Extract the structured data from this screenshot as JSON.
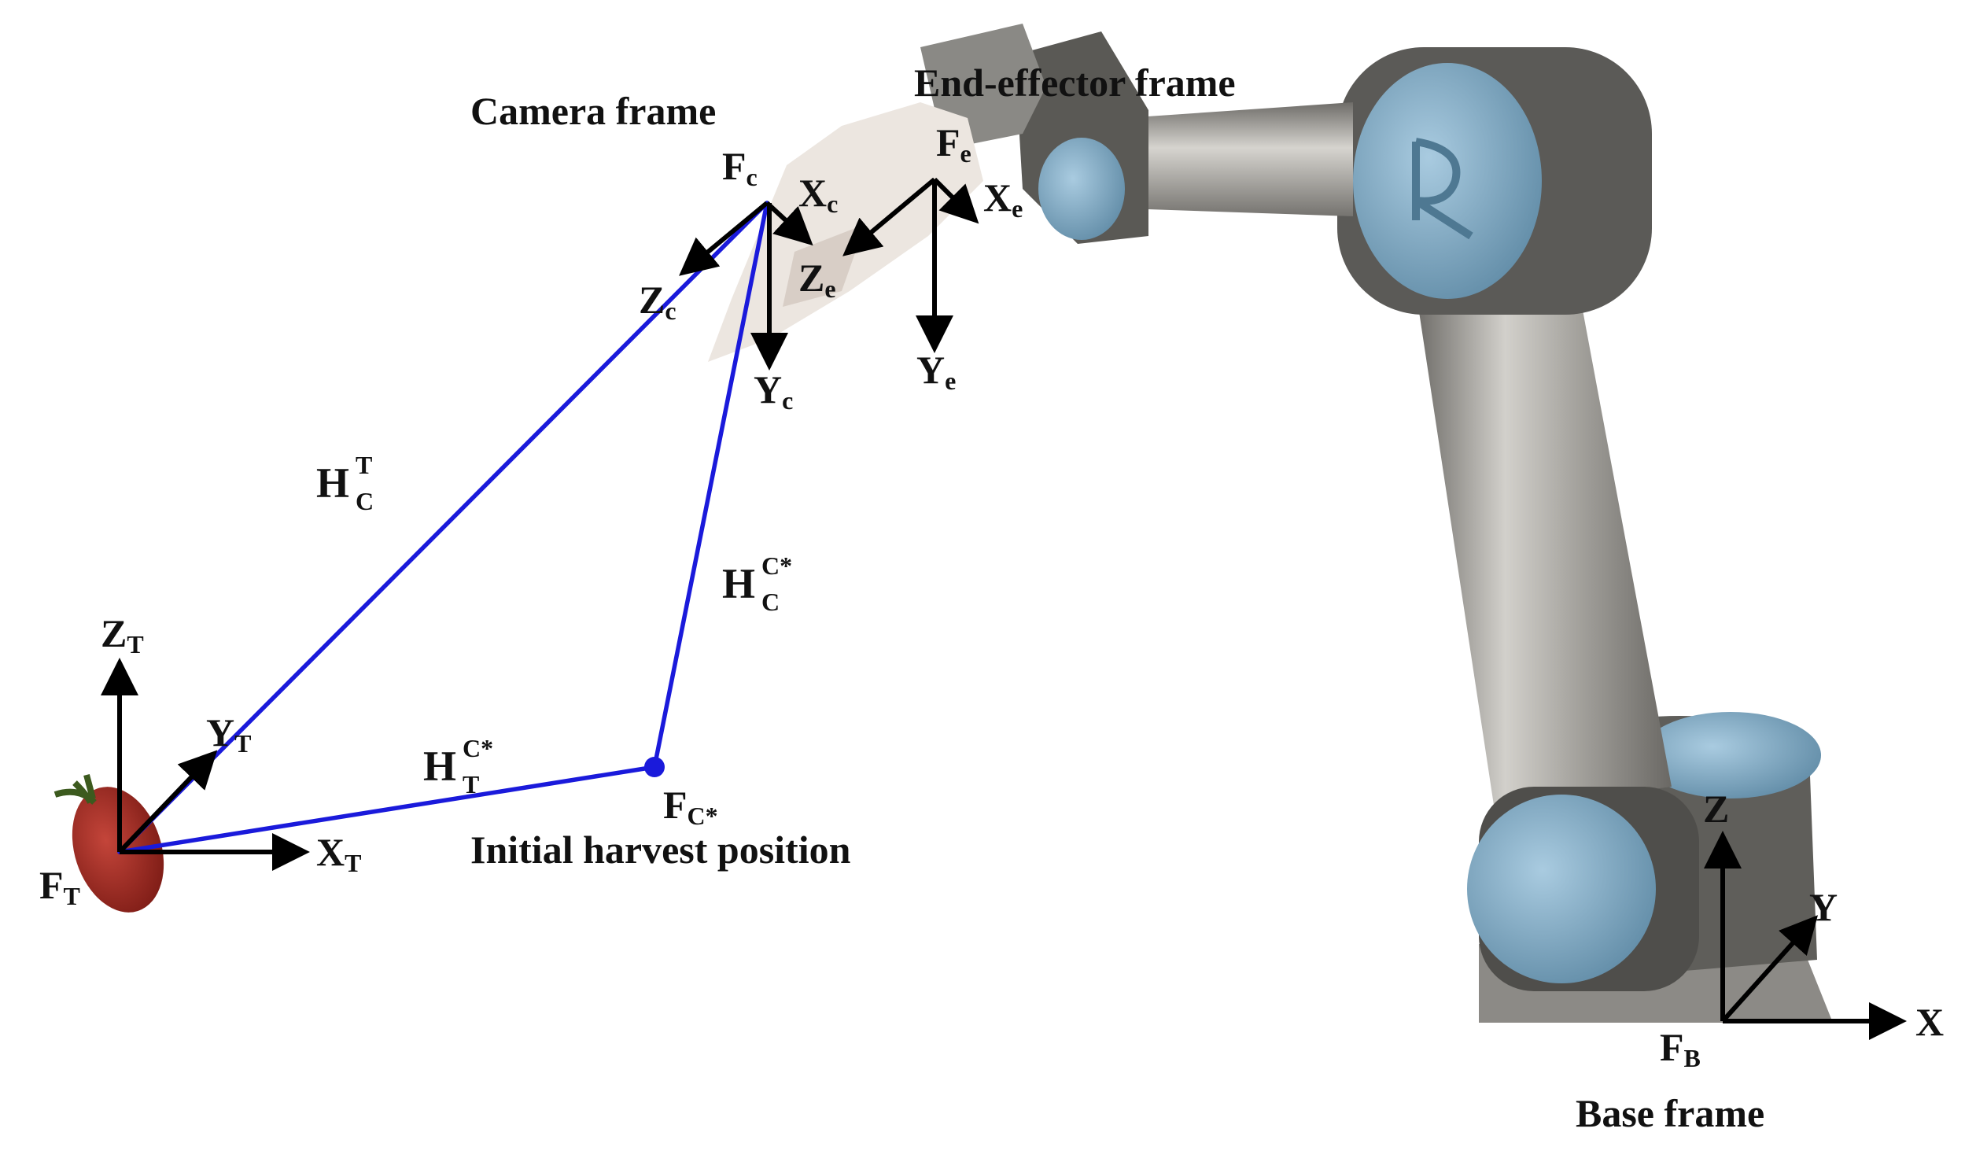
{
  "frames": {
    "camera_title": "Camera frame",
    "end_effector_title": "End-effector frame",
    "base_title": "Base frame",
    "initial_position": "Initial harvest position"
  },
  "symbols": {
    "fc": {
      "main": "F",
      "sub": "c"
    },
    "fe": {
      "main": "F",
      "sub": "e"
    },
    "xc": {
      "main": "X",
      "sub": "c"
    },
    "yc": {
      "main": "Y",
      "sub": "c"
    },
    "zc": {
      "main": "Z",
      "sub": "c"
    },
    "xe": {
      "main": "X",
      "sub": "e"
    },
    "ye": {
      "main": "Y",
      "sub": "e"
    },
    "ze": {
      "main": "Z",
      "sub": "e"
    },
    "ft": {
      "main": "F",
      "sub": "T"
    },
    "xt": {
      "main": "X",
      "sub": "T"
    },
    "yt": {
      "main": "Y",
      "sub": "T"
    },
    "zt": {
      "main": "Z",
      "sub": "T"
    },
    "fcstar": {
      "main": "F",
      "sub": "C*"
    },
    "fb": {
      "main": "F",
      "sub": "B"
    },
    "x": "X",
    "y": "Y",
    "z": "Z"
  },
  "transforms": {
    "hct": {
      "main": "H",
      "sup": "T",
      "sub": "C"
    },
    "hccs": {
      "main": "H",
      "sup": "C*",
      "sub": "C"
    },
    "htcs": {
      "main": "H",
      "sup": "C*",
      "sub": "T"
    }
  },
  "colors": {
    "transform_line": "#1a1adb",
    "axis": "#000000",
    "robot_metal": "#a3a19c",
    "robot_joint_dark": "#6b6a66",
    "robot_cap": "#7ea9c2",
    "gripper": "#e9e2dc",
    "tomato": "#a32a22"
  }
}
